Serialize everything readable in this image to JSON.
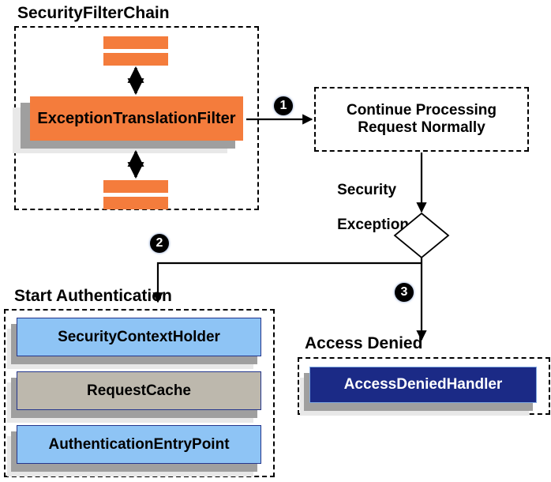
{
  "diagram": {
    "title_text": "SecurityFilterChain",
    "groups": {
      "security_filter_chain": {
        "label": "SecurityFilterChain"
      },
      "start_authentication": {
        "label": "Start Authentication"
      },
      "access_denied": {
        "label": "Access Denied"
      }
    },
    "filter_chain": {
      "main_filter": "ExceptionTranslationFilter",
      "bar_count_top": 2,
      "bar_count_bottom": 2
    },
    "process_box": {
      "line1": "Continue Processing",
      "line2": "Request Normally"
    },
    "edge_labels": {
      "security_exception_line1": "Security",
      "security_exception_line2": "Exception"
    },
    "badges": {
      "one": "❶",
      "two": "❷",
      "three": "❸",
      "one_num": "1",
      "two_num": "2",
      "three_num": "3"
    },
    "start_auth_items": [
      {
        "label": "SecurityContextHolder",
        "style": "blue"
      },
      {
        "label": "RequestCache",
        "style": "taupe"
      },
      {
        "label": "AuthenticationEntryPoint",
        "style": "blue"
      }
    ],
    "access_denied_items": [
      {
        "label": "AccessDeniedHandler",
        "style": "navy"
      }
    ],
    "colors": {
      "orange": "#f47c3c",
      "blue": "#8ec4f5",
      "taupe": "#bdb8ad",
      "navy": "#1b2a86",
      "border_navy": "#24368c",
      "shadow_dark": "#9f9f9f",
      "shadow_light": "#e8e8e8",
      "stroke": "#000000",
      "background": "#ffffff"
    },
    "decision_node": {
      "shape": "diamond",
      "label": ""
    }
  }
}
